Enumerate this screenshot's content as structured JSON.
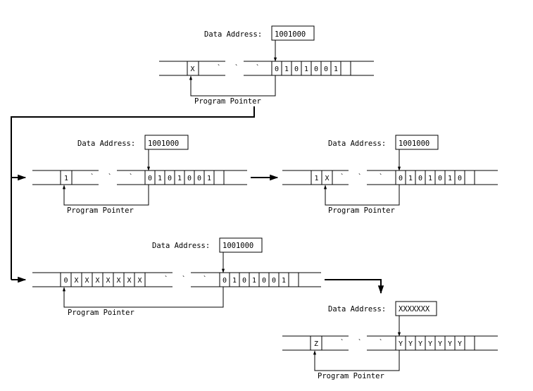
{
  "labels": {
    "data_address": "Data Address:",
    "program_pointer": "Program Pointer"
  },
  "states": [
    {
      "id": "s1",
      "address": "1001000",
      "left_cells": [
        "",
        "X"
      ],
      "ticks": [
        "`",
        "`",
        "`"
      ],
      "right_cells": [
        "0",
        "1",
        "0",
        "1",
        "0",
        "0",
        "1"
      ]
    },
    {
      "id": "s2",
      "address": "1001000",
      "left_cells": [
        "",
        "1"
      ],
      "ticks": [
        "`",
        "`",
        "`"
      ],
      "right_cells": [
        "0",
        "1",
        "0",
        "1",
        "0",
        "0",
        "1"
      ]
    },
    {
      "id": "s3",
      "address": "1001000",
      "left_cells": [
        "",
        "1",
        "X"
      ],
      "ticks": [
        "`",
        "`",
        "`"
      ],
      "right_cells": [
        "0",
        "1",
        "0",
        "1",
        "0",
        "1",
        "0"
      ]
    },
    {
      "id": "s4",
      "address": "1001000",
      "left_cells": [
        "",
        "0",
        "X",
        "X",
        "X",
        "X",
        "X",
        "X",
        "X"
      ],
      "ticks": [
        "`",
        "`",
        "`"
      ],
      "right_cells": [
        "0",
        "1",
        "0",
        "1",
        "0",
        "0",
        "1"
      ]
    },
    {
      "id": "s5",
      "address": "XXXXXXX",
      "left_cells": [
        "",
        "Z"
      ],
      "ticks": [
        "`",
        "`",
        "`"
      ],
      "right_cells": [
        "Y",
        "Y",
        "Y",
        "Y",
        "Y",
        "Y",
        "Y"
      ]
    }
  ]
}
